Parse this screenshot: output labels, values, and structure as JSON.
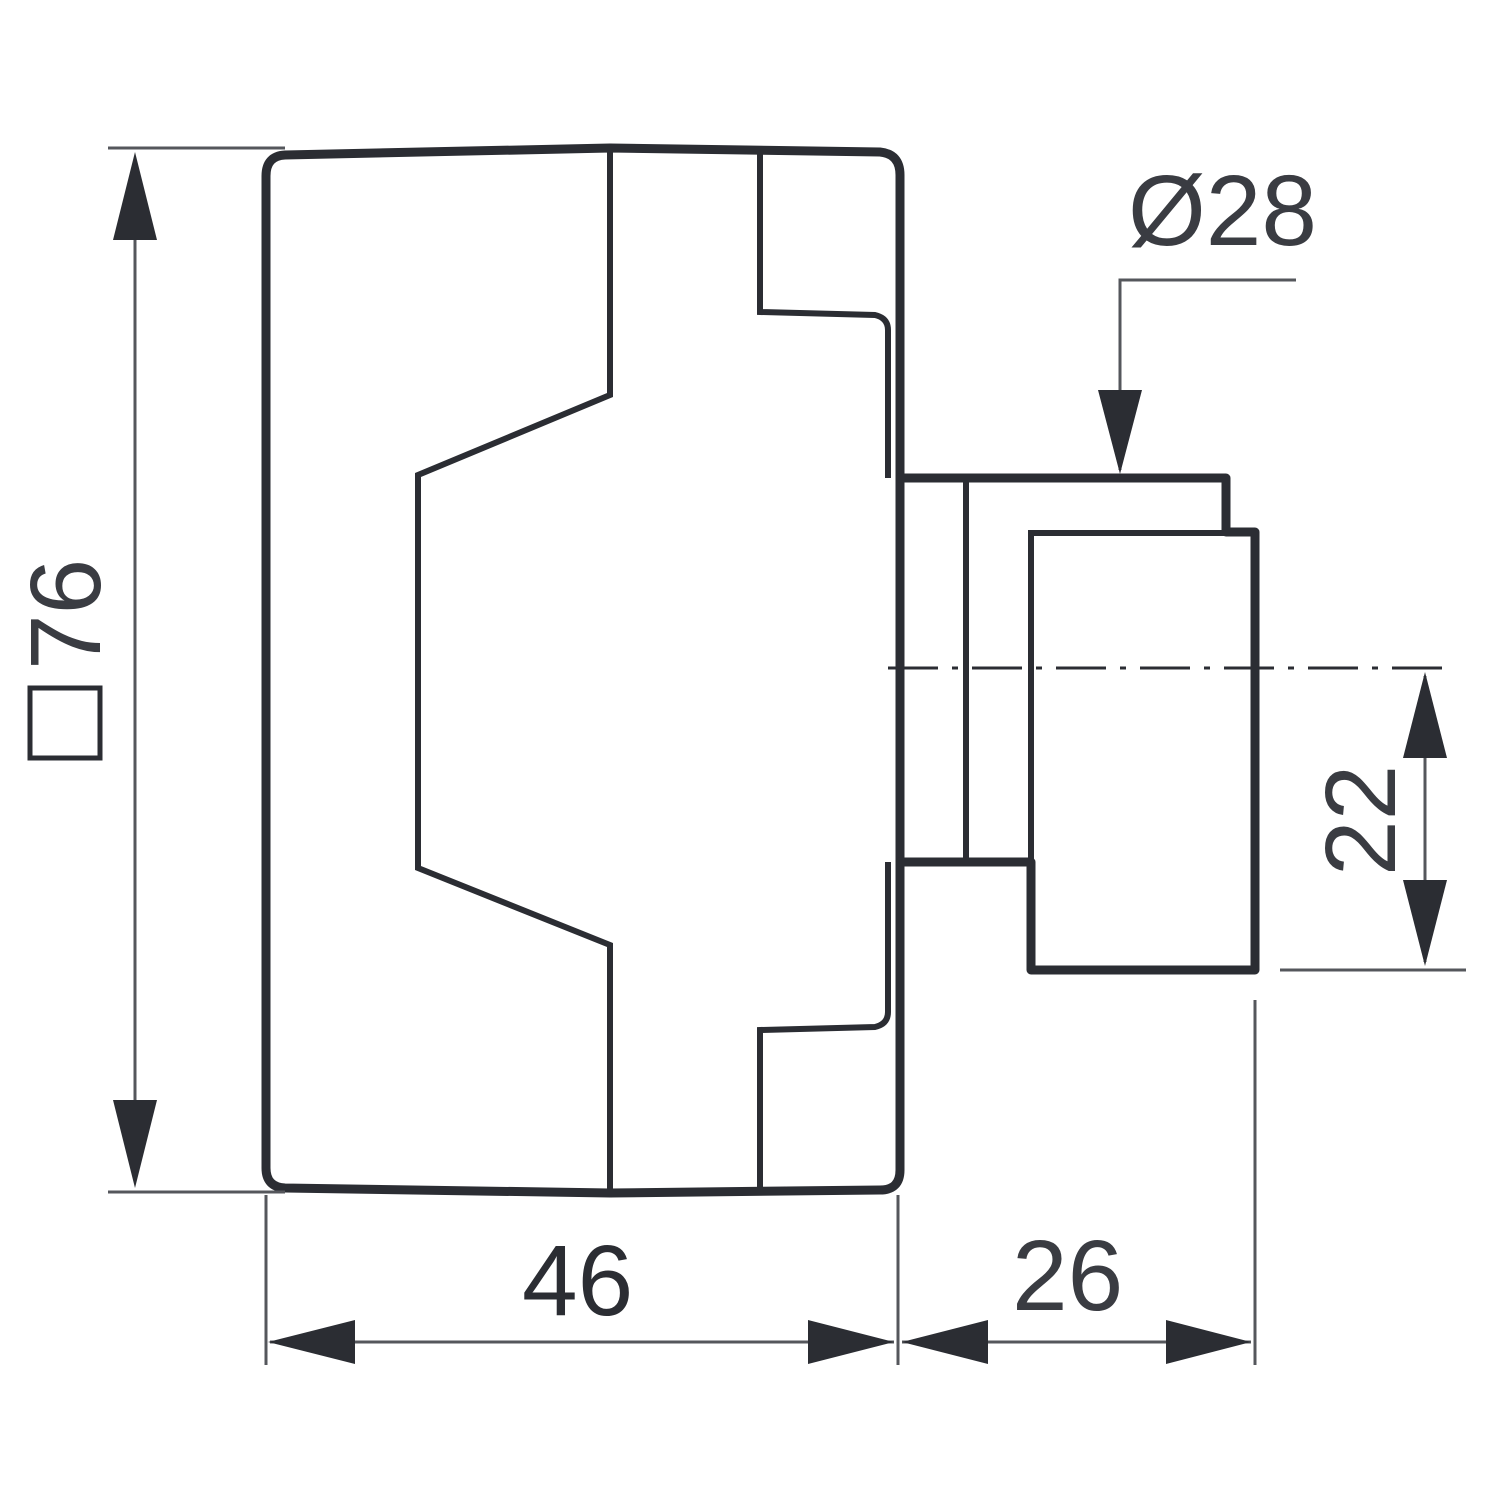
{
  "drawing": {
    "type": "technical dimension drawing",
    "subject": "enclosure with round push-button / actuator (side view)",
    "colors": {
      "line": "#2b2d33",
      "background": "#ffffff"
    }
  },
  "dimensions": {
    "height": {
      "symbol": "□",
      "value": "76",
      "label": "□76",
      "orientation": "vertical"
    },
    "body_depth": {
      "value": "46",
      "orientation": "horizontal"
    },
    "actuator_depth": {
      "value": "26",
      "orientation": "horizontal"
    },
    "actuator_diameter": {
      "symbol": "Ø",
      "value": "28",
      "label": "Ø28"
    },
    "center_offset": {
      "value": "22",
      "orientation": "vertical"
    }
  }
}
